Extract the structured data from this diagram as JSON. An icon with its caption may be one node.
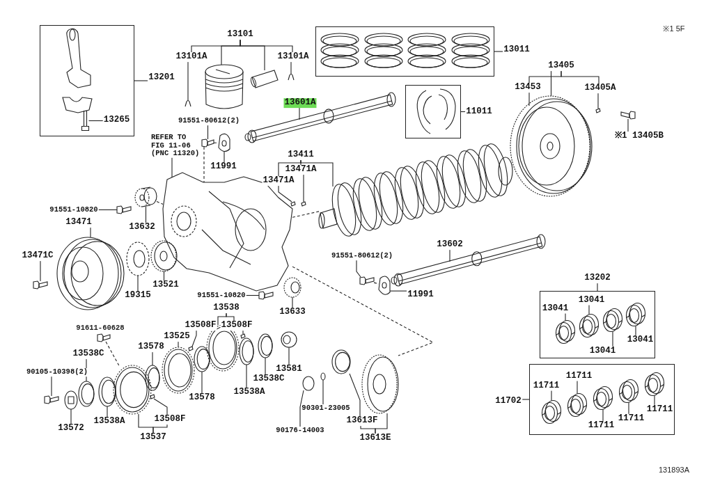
{
  "diagram": {
    "nodes": [
      {
        "text": [],
        "shape": "box"
      },
      {
        "text": [
          "13201"
        ]
      },
      {
        "text": [
          "13265"
        ],
        "in": 0
      },
      {
        "text": [
          "13101"
        ]
      },
      {
        "text": [
          "13101A"
        ]
      },
      {
        "text": [
          "13101A"
        ]
      },
      {
        "text": [],
        "shape": "box"
      },
      {
        "text": [
          "13011"
        ]
      },
      {
        "text": [
          "13601A"
        ]
      },
      {
        "text": [],
        "shape": "box"
      },
      {
        "text": [
          "11011"
        ]
      },
      {
        "text": [
          "13405"
        ]
      },
      {
        "text": [
          "13453"
        ]
      },
      {
        "text": [
          "13405A"
        ]
      },
      {
        "text": [
          "※1 13405B"
        ]
      },
      {
        "text": [
          "91551-80612(2)"
        ]
      },
      {
        "text": [
          "REFER TO FIG 11-06 (PNC 11320)"
        ]
      },
      {
        "text": [
          "11991"
        ]
      },
      {
        "text": [
          "13411"
        ]
      },
      {
        "text": [
          "13471A"
        ]
      },
      {
        "text": [
          "13471A"
        ]
      },
      {
        "text": [
          "91551-10820"
        ]
      },
      {
        "text": [
          "13632"
        ]
      },
      {
        "text": [
          "13471"
        ]
      },
      {
        "text": [
          "13471C"
        ]
      },
      {
        "text": [
          "13521"
        ]
      },
      {
        "text": [
          "19315"
        ]
      },
      {
        "text": [
          "13602"
        ]
      },
      {
        "text": [
          "91551-80612(2)"
        ]
      },
      {
        "text": [
          "11991"
        ]
      },
      {
        "text": [
          "91551-10820"
        ]
      },
      {
        "text": [
          "13633"
        ]
      },
      {
        "text": [
          "13538"
        ]
      },
      {
        "text": [
          "13508F"
        ]
      },
      {
        "text": [
          "13508F"
        ]
      },
      {
        "text": [
          "13525"
        ]
      },
      {
        "text": [
          "13578"
        ]
      },
      {
        "text": [
          "13538C"
        ]
      },
      {
        "text": [
          "90105-10398(2)"
        ]
      },
      {
        "text": [
          "13581"
        ]
      },
      {
        "text": [
          "13538C"
        ]
      },
      {
        "text": [
          "13538A"
        ]
      },
      {
        "text": [
          "13578"
        ]
      },
      {
        "text": [
          "90301-23005"
        ]
      },
      {
        "text": [
          "13508F"
        ]
      },
      {
        "text": [
          "13538A"
        ]
      },
      {
        "text": [
          "13613F"
        ]
      },
      {
        "text": [
          "13572"
        ]
      },
      {
        "text": [
          "90176-14003"
        ]
      },
      {
        "text": [
          "13537"
        ]
      },
      {
        "text": [
          "13613E"
        ]
      },
      {
        "text": [],
        "shape": "box"
      },
      {
        "text": [
          "13202"
        ]
      },
      {
        "text": [
          "13041"
        ],
        "in": 51
      },
      {
        "text": [
          "13041"
        ],
        "in": 51
      },
      {
        "text": [
          "13041"
        ],
        "in": 51
      },
      {
        "text": [
          "13041"
        ],
        "in": 51
      },
      {
        "text": [],
        "shape": "box"
      },
      {
        "text": [
          "11702"
        ]
      },
      {
        "text": [
          "11711"
        ],
        "in": 57
      },
      {
        "text": [
          "11711"
        ],
        "in": 57
      },
      {
        "text": [
          "11711"
        ],
        "in": 57
      },
      {
        "text": [
          "11711"
        ],
        "in": 57
      },
      {
        "text": [
          "11711"
        ],
        "in": 57
      },
      {
        "text": [],
        "shape": "picture",
        "in": 0
      },
      {
        "text": [],
        "shape": "picture"
      },
      {
        "text": [],
        "shape": "picture"
      },
      {
        "text": [],
        "shape": "picture"
      },
      {
        "text": [],
        "shape": "picture"
      },
      {
        "text": [],
        "shape": "picture"
      },
      {
        "text": [],
        "shape": "picture"
      },
      {
        "text": [],
        "shape": "bar"
      },
      {
        "text": [],
        "shape": "picture"
      },
      {
        "text": [],
        "shape": "picture"
      },
      {
        "text": [],
        "shape": "picture"
      },
      {
        "text": [],
        "shape": "picture"
      },
      {
        "text": [],
        "shape": "picture"
      },
      {
        "text": [],
        "shape": "bar"
      },
      {
        "text": [],
        "shape": "bar"
      },
      {
        "text": [],
        "shape": "picture"
      },
      {
        "text": [],
        "shape": "picture"
      },
      {
        "text": [],
        "shape": "picture"
      },
      {
        "text": [],
        "shape": "picture"
      },
      {
        "text": [],
        "shape": "picture"
      },
      {
        "text": [],
        "shape": "picture"
      },
      {
        "text": [],
        "shape": "picture"
      },
      {
        "text": [],
        "shape": "picture"
      },
      {
        "text": [],
        "shape": "picture"
      },
      {
        "text": [],
        "shape": "picture"
      },
      {
        "text": [],
        "shape": "picture"
      },
      {
        "text": [],
        "shape": "picture"
      },
      {
        "text": [],
        "shape": "bar"
      },
      {
        "text": [],
        "shape": "bar"
      },
      {
        "text": [],
        "shape": "picture"
      },
      {
        "text": [],
        "shape": "picture"
      },
      {
        "text": [],
        "shape": "picture"
      },
      {
        "text": [],
        "shape": "picture"
      },
      {
        "text": [],
        "shape": "picture"
      },
      {
        "text": [],
        "shape": "picture"
      },
      {
        "text": [],
        "shape": "picture"
      },
      {
        "text": [],
        "shape": "picture"
      },
      {
        "text": [],
        "shape": "picture"
      },
      {
        "text": [],
        "shape": "bar"
      },
      {
        "text": [],
        "shape": "picture"
      },
      {
        "text": [],
        "shape": "picture"
      },
      {
        "text": [],
        "shape": "picture"
      },
      {
        "text": [],
        "shape": "circle"
      },
      {
        "text": [],
        "shape": "picture"
      },
      {
        "text": [],
        "shape": "picture"
      },
      {
        "text": [],
        "shape": "picture",
        "in": 51
      },
      {
        "text": [],
        "shape": "picture",
        "in": 51
      },
      {
        "text": [],
        "shape": "picture",
        "in": 51
      },
      {
        "text": [],
        "shape": "picture",
        "in": 51
      },
      {
        "text": [],
        "shape": "picture",
        "in": 57
      },
      {
        "text": [],
        "shape": "picture",
        "in": 57
      },
      {
        "text": [],
        "shape": "picture",
        "in": 57
      },
      {
        "text": [],
        "shape": "picture",
        "in": 57
      },
      {
        "text": [],
        "shape": "picture",
        "in": 57
      },
      {
        "text": [],
        "shape": "picture"
      }
    ],
    "edges": [
      {
        "from": 1,
        "to": 0,
        "arrow": "none"
      },
      {
        "from": 2,
        "to": 64,
        "arrow": "none"
      },
      {
        "from": 3,
        "to": 4,
        "arrow": "none"
      },
      {
        "from": 3,
        "to": 65,
        "arrow": "none"
      },
      {
        "from": 3,
        "to": 66,
        "arrow": "none"
      },
      {
        "from": 3,
        "to": 5,
        "arrow": "none"
      },
      {
        "from": 4,
        "to": 67,
        "arrow": "none"
      },
      {
        "from": 5,
        "to": 68,
        "arrow": "none"
      },
      {
        "from": 7,
        "to": 6,
        "arrow": "none"
      },
      {
        "from": 8,
        "to": 69,
        "arrow": "none"
      },
      {
        "from": 10,
        "to": 9,
        "arrow": "none"
      },
      {
        "from": 11,
        "to": 70,
        "arrow": "none"
      },
      {
        "from": 11,
        "to": 12,
        "arrow": "none"
      },
      {
        "from": 11,
        "to": 13,
        "arrow": "none"
      },
      {
        "from": 12,
        "to": 70,
        "arrow": "none"
      },
      {
        "from": 13,
        "to": 71,
        "arrow": "none"
      },
      {
        "from": 14,
        "to": 72,
        "arrow": "none"
      },
      {
        "from": 15,
        "to": 73,
        "arrow": "none"
      },
      {
        "from": 16,
        "to": 74,
        "arrow": "none"
      },
      {
        "from": 17,
        "to": 75,
        "arrow": "none"
      },
      {
        "from": 18,
        "to": 20,
        "arrow": "none"
      },
      {
        "from": 18,
        "to": 19,
        "arrow": "none"
      },
      {
        "from": 18,
        "to": 76,
        "arrow": "none"
      },
      {
        "from": 19,
        "to": 77,
        "arrow": "none"
      },
      {
        "from": 20,
        "to": 78,
        "arrow": "none"
      },
      {
        "from": 21,
        "to": 79,
        "arrow": "none"
      },
      {
        "from": 22,
        "to": 80,
        "arrow": "none"
      },
      {
        "from": 23,
        "to": 81,
        "arrow": "none"
      },
      {
        "from": 24,
        "to": 82,
        "arrow": "none"
      },
      {
        "from": 25,
        "to": 83,
        "arrow": "none"
      },
      {
        "from": 26,
        "to": 84,
        "arrow": "none"
      },
      {
        "from": 27,
        "to": 85,
        "arrow": "none"
      },
      {
        "from": 28,
        "to": 86,
        "arrow": "none"
      },
      {
        "from": 29,
        "to": 87,
        "arrow": "none"
      },
      {
        "from": 30,
        "to": 88,
        "arrow": "none"
      },
      {
        "from": 31,
        "to": 89,
        "arrow": "none"
      },
      {
        "from": 32,
        "to": 90,
        "arrow": "none"
      },
      {
        "from": 32,
        "to": 34,
        "arrow": "none"
      },
      {
        "from": 33,
        "to": 91,
        "arrow": "none"
      },
      {
        "from": 34,
        "to": 92,
        "arrow": "none"
      },
      {
        "from": 35,
        "to": 93,
        "arrow": "none"
      },
      {
        "from": 36,
        "to": 94,
        "arrow": "none"
      },
      {
        "from": 37,
        "to": 95,
        "arrow": "none"
      },
      {
        "from": 38,
        "to": 96,
        "arrow": "none"
      },
      {
        "from": 39,
        "to": 97,
        "arrow": "none"
      },
      {
        "from": 40,
        "to": 98,
        "arrow": "none"
      },
      {
        "from": 41,
        "to": 99,
        "arrow": "none"
      },
      {
        "from": 42,
        "to": 100,
        "arrow": "none"
      },
      {
        "from": 43,
        "to": 101,
        "arrow": "none"
      },
      {
        "from": 44,
        "to": 102,
        "arrow": "none"
      },
      {
        "from": 45,
        "to": 103,
        "arrow": "none"
      },
      {
        "from": 46,
        "to": 104,
        "arrow": "none"
      },
      {
        "from": 47,
        "to": 105,
        "arrow": "none"
      },
      {
        "from": 48,
        "to": 106,
        "arrow": "none"
      },
      {
        "from": 49,
        "to": 107,
        "arrow": "none"
      },
      {
        "from": 49,
        "to": 44,
        "arrow": "none"
      },
      {
        "from": 50,
        "to": 46,
        "arrow": "none"
      },
      {
        "from": 50,
        "to": 108,
        "arrow": "none"
      },
      {
        "from": 52,
        "to": 51,
        "arrow": "none"
      },
      {
        "from": 53,
        "to": 110,
        "arrow": "none"
      },
      {
        "from": 54,
        "to": 109,
        "arrow": "none"
      },
      {
        "from": 55,
        "to": 112,
        "arrow": "none"
      },
      {
        "from": 56,
        "to": 111,
        "arrow": "none"
      },
      {
        "from": 58,
        "to": 57,
        "arrow": "none"
      },
      {
        "from": 59,
        "to": 114,
        "arrow": "none"
      },
      {
        "from": 60,
        "to": 113,
        "arrow": "none"
      },
      {
        "from": 61,
        "to": 117,
        "arrow": "none"
      },
      {
        "from": 62,
        "to": 116,
        "arrow": "none"
      },
      {
        "from": 63,
        "to": 115,
        "arrow": "none"
      },
      {
        "from": 73,
        "to": 75,
        "arrow": "none",
        "style": "dashed"
      },
      {
        "from": 73,
        "to": 74,
        "arrow": "none",
        "style": "dashed"
      },
      {
        "from": 80,
        "to": 74,
        "arrow": "none",
        "style": "dashed"
      },
      {
        "from": 74,
        "to": 76,
        "arrow": "none",
        "style": "dashed"
      },
      {
        "from": 86,
        "to": 87,
        "arrow": "none",
        "style": "dashed"
      },
      {
        "from": 118,
        "to": 107,
        "arrow": "none",
        "style": "dashed"
      },
      {
        "from": 74,
        "to": 108,
        "arrow": "none",
        "style": "dashed"
      }
    ],
    "labels": [
      "※1 5F",
      "91611-60628",
      "131893A"
    ]
  }
}
